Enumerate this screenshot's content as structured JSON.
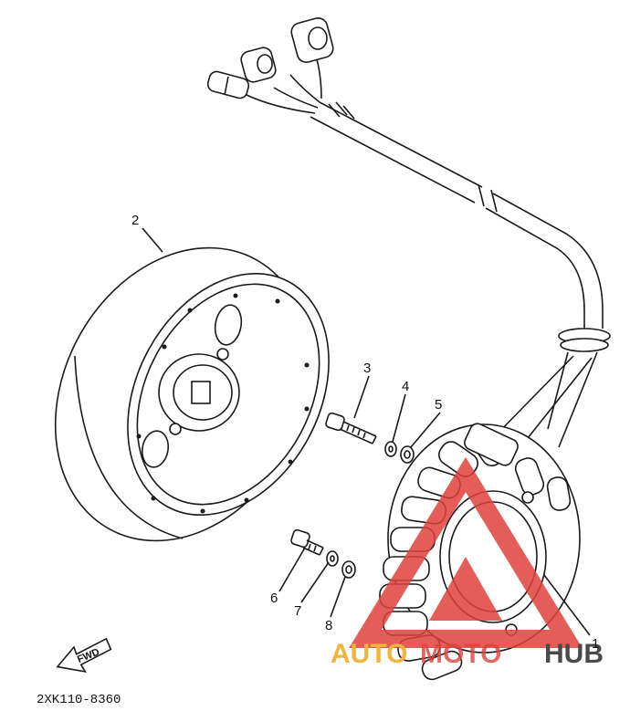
{
  "callouts": {
    "c1": "1",
    "c2": "2",
    "c3": "3",
    "c4": "4",
    "c5": "5",
    "c6": "6",
    "c7": "7",
    "c8": "8"
  },
  "fwd_label": "FWD",
  "diagram_code": "2XK110-8360",
  "watermark": {
    "part1": "AUTO",
    "part2": "MOTO",
    "part3": "HUB",
    "color_triangle": "#e0413c",
    "color_auto": "#f2b43a",
    "color_hub": "#4a4a4a"
  }
}
